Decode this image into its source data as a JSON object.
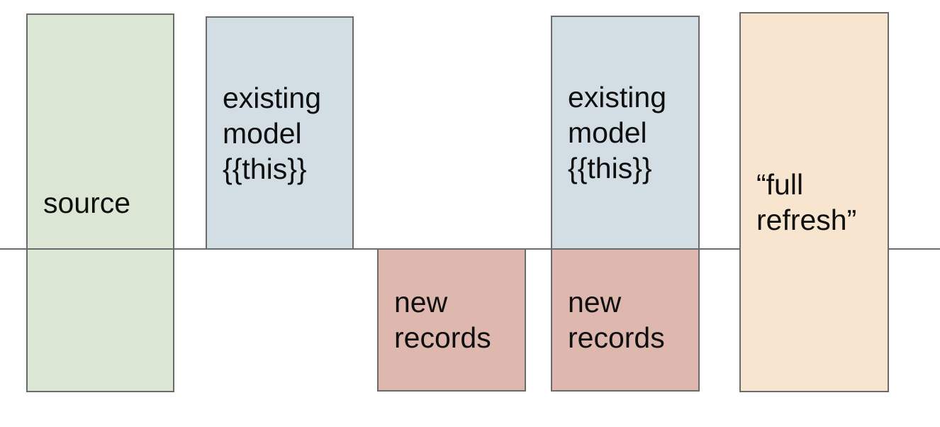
{
  "diagram": {
    "background_color": "#ffffff",
    "border_color": "#6b6b6b",
    "text_color": "#0f0f0f",
    "divider_line": {
      "orientation": "horizontal",
      "color": "#6b6b6b"
    },
    "boxes": [
      {
        "id": "source",
        "label": "source",
        "fill_color": "#dbe7d4",
        "vertical_position": "spans-divider"
      },
      {
        "id": "existing-model-1",
        "label": "existing\nmodel\n{{this}}",
        "fill_color": "#d2dee4",
        "vertical_position": "above-divider"
      },
      {
        "id": "new-records-1",
        "label": "new\nrecords",
        "fill_color": "#deb8af",
        "vertical_position": "below-divider"
      },
      {
        "id": "existing-model-2",
        "label": "existing\nmodel\n{{this}}",
        "fill_color": "#d2dee4",
        "vertical_position": "above-divider"
      },
      {
        "id": "new-records-2",
        "label": "new\nrecords",
        "fill_color": "#deb8af",
        "vertical_position": "below-divider"
      },
      {
        "id": "full-refresh",
        "label": "“full\nrefresh”",
        "fill_color": "#f8e5d0",
        "vertical_position": "spans-divider"
      }
    ]
  }
}
